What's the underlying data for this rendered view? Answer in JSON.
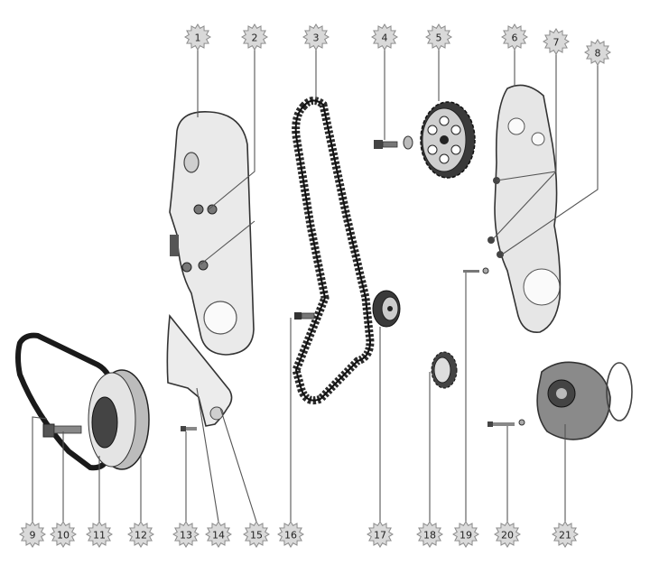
{
  "callouts": [
    {
      "number": "1"
    },
    {
      "number": "2"
    },
    {
      "number": "3"
    },
    {
      "number": "4"
    },
    {
      "number": "5"
    },
    {
      "number": "6"
    },
    {
      "number": "7"
    },
    {
      "number": "8"
    },
    {
      "number": "9"
    },
    {
      "number": "10"
    },
    {
      "number": "11"
    },
    {
      "number": "12"
    },
    {
      "number": "13"
    },
    {
      "number": "14"
    },
    {
      "number": "15"
    },
    {
      "number": "16"
    },
    {
      "number": "17"
    },
    {
      "number": "18"
    },
    {
      "number": "19"
    },
    {
      "number": "20"
    },
    {
      "number": "21"
    }
  ],
  "colors": {
    "badge_fill": "#d9d9d9",
    "part_fill": "#e8e8e8",
    "belt": "#2b2b2b",
    "ink": "#333333"
  }
}
